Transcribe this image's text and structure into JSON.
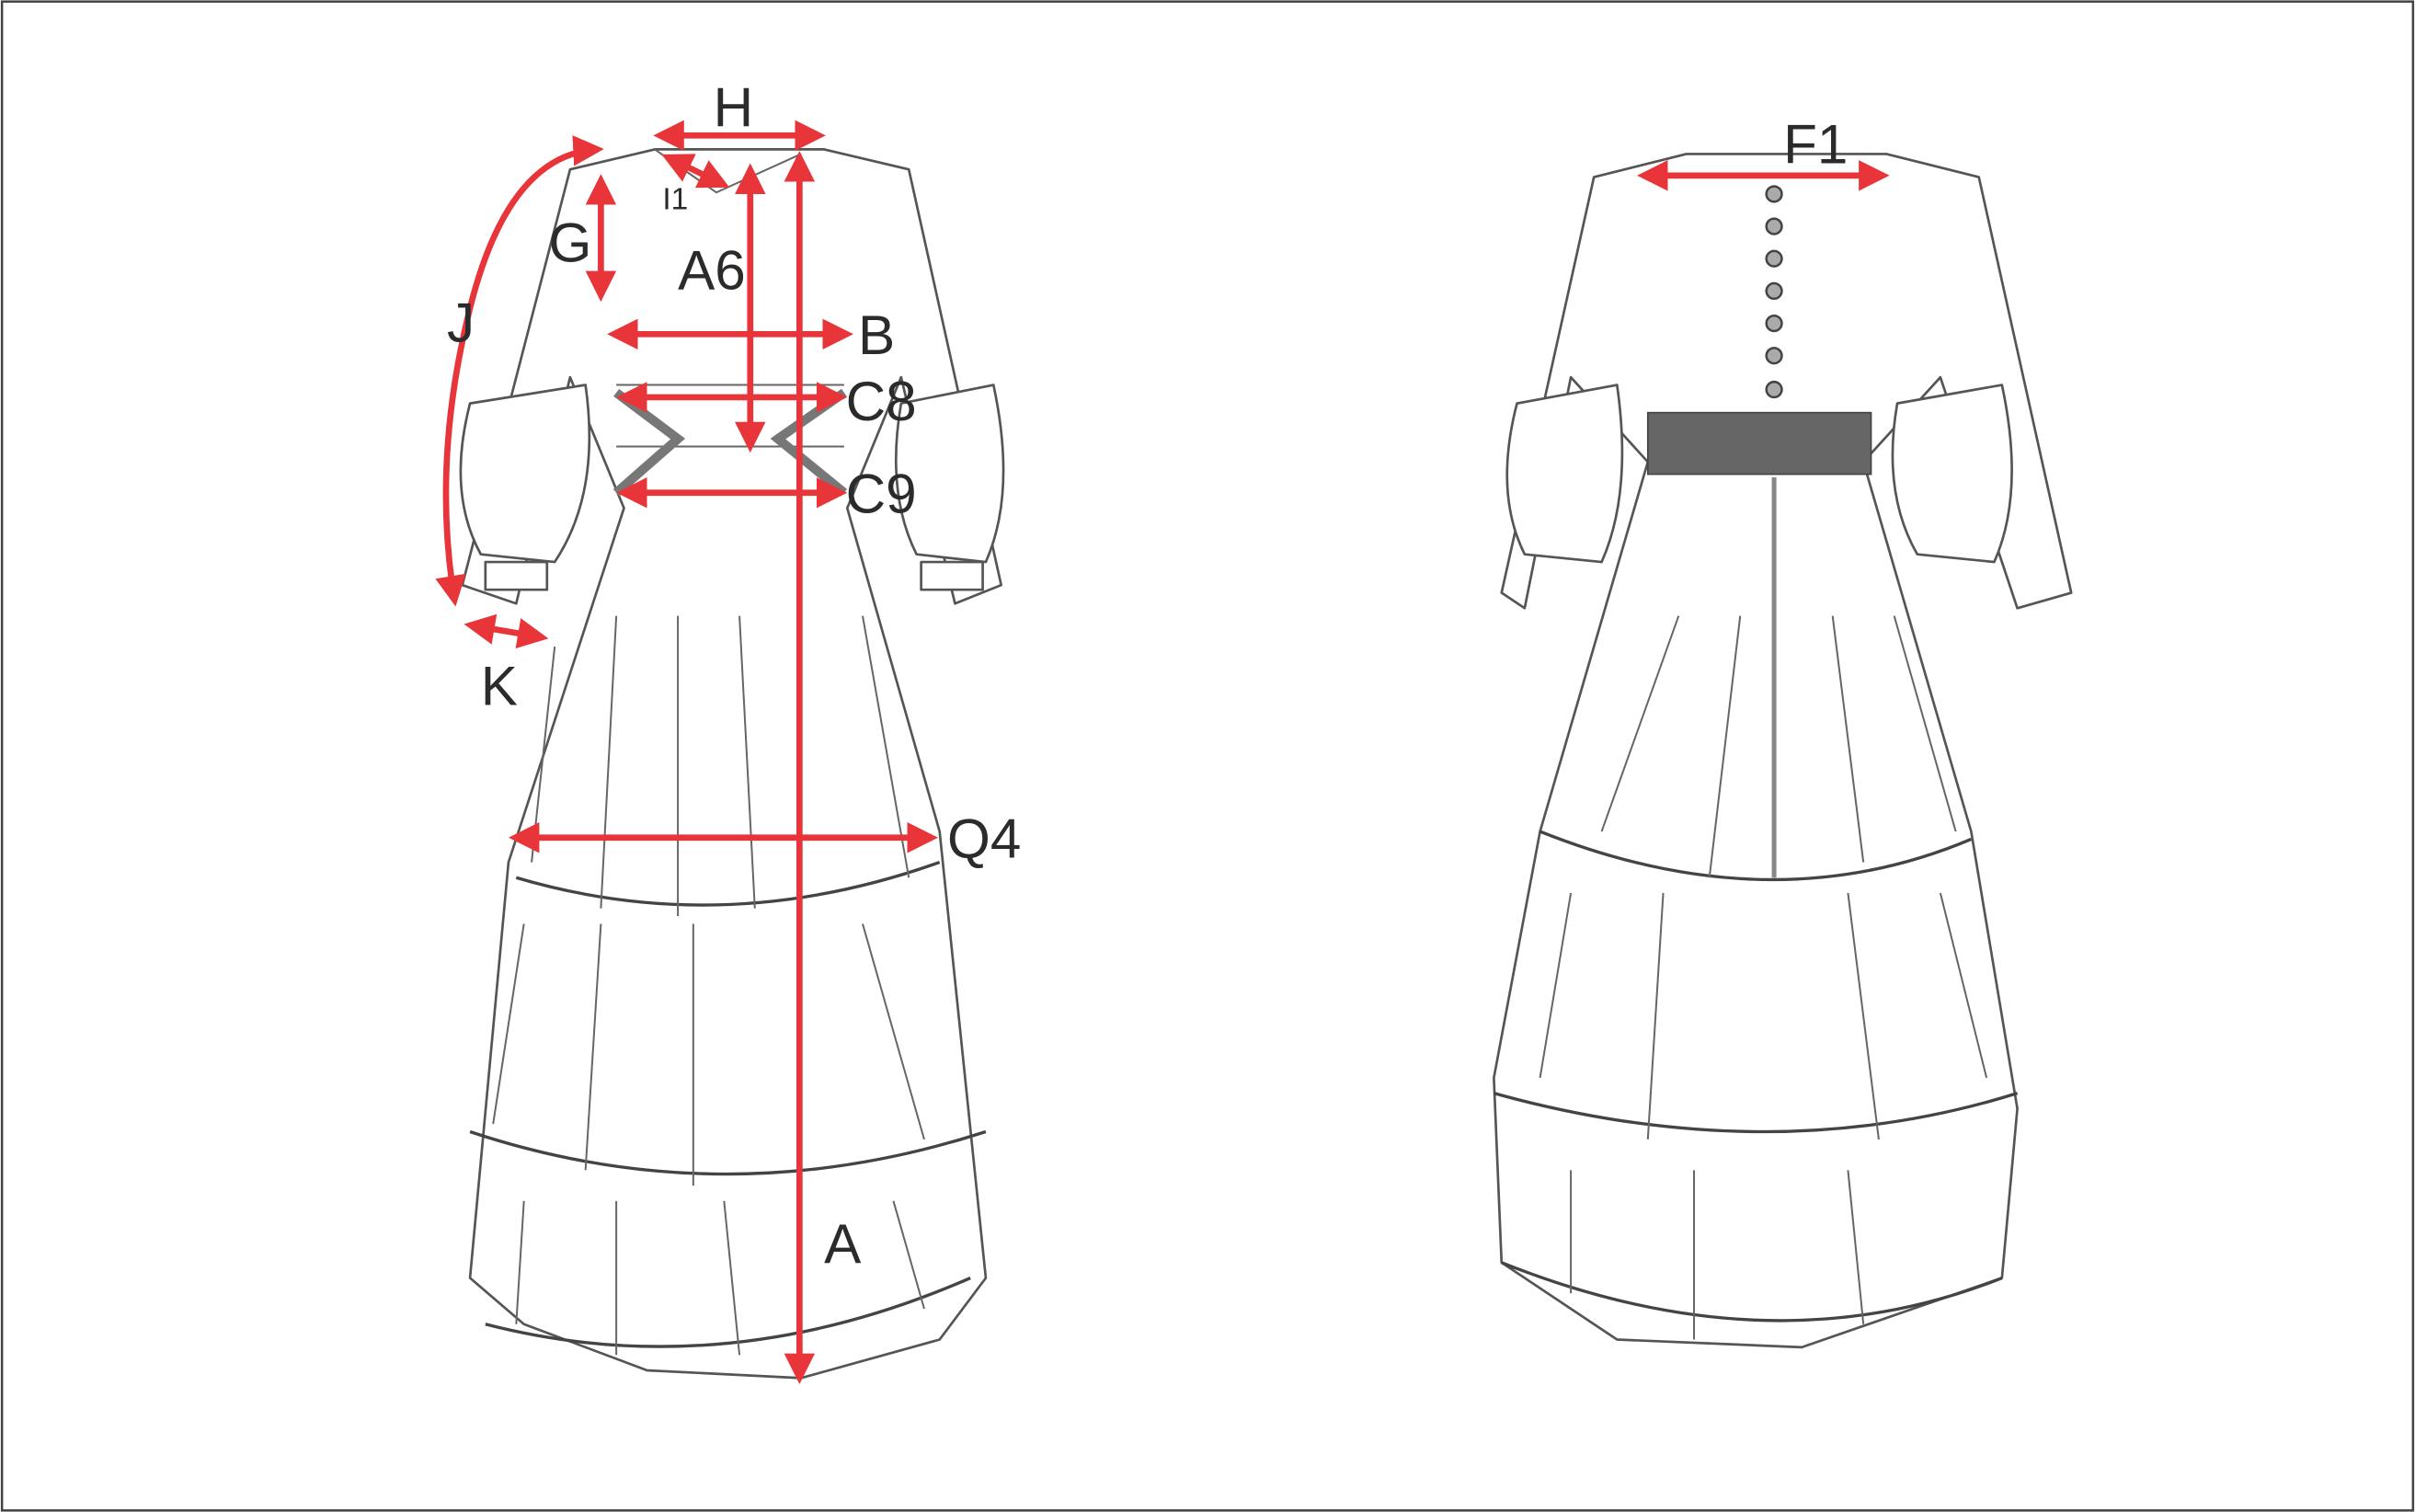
{
  "diagram": {
    "front_view": {
      "measurements": [
        {
          "id": "H",
          "label": "H"
        },
        {
          "id": "I1",
          "label": "I1"
        },
        {
          "id": "A6",
          "label": "A6"
        },
        {
          "id": "G",
          "label": "G"
        },
        {
          "id": "J",
          "label": "J"
        },
        {
          "id": "B",
          "label": "B"
        },
        {
          "id": "C8",
          "label": "C8"
        },
        {
          "id": "C9",
          "label": "C9"
        },
        {
          "id": "K",
          "label": "K"
        },
        {
          "id": "Q4",
          "label": "Q4"
        },
        {
          "id": "A",
          "label": "A"
        }
      ]
    },
    "back_view": {
      "measurements": [
        {
          "id": "F1",
          "label": "F1"
        }
      ]
    },
    "colors": {
      "arrow": "#e8353a",
      "outline": "#555555",
      "frame": "#444444"
    }
  }
}
